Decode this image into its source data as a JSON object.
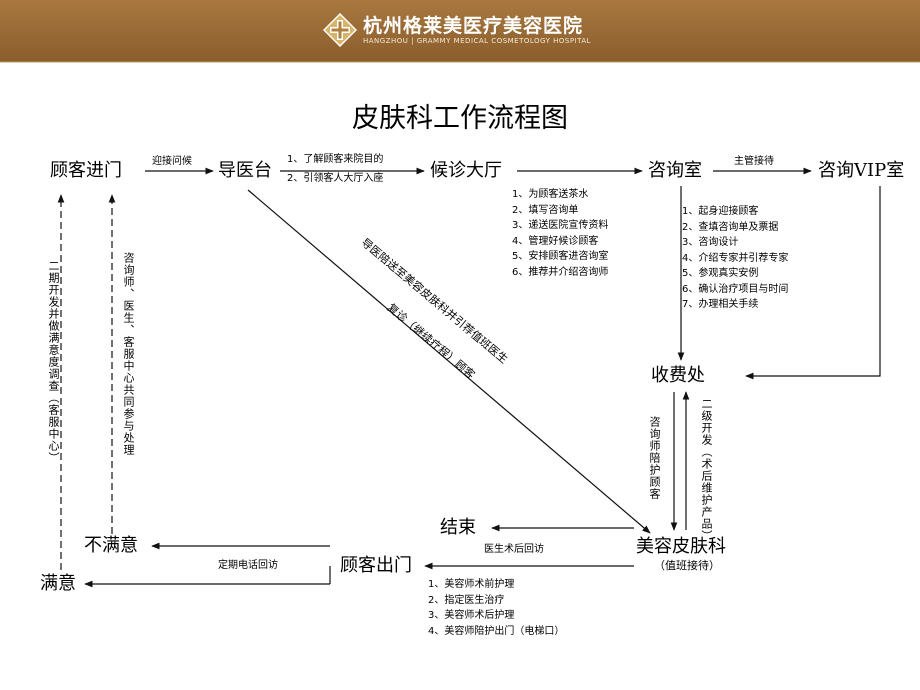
{
  "header": {
    "logo_icon": "diamond-cross-logo",
    "name_cn": "杭州格莱美医疗美容医院",
    "name_en": "HANGZHOU | GRAMMY  MEDICAL COSMETOLOGY HOSPITAL",
    "band_color": "#9a6a35"
  },
  "title": "皮肤科工作流程图",
  "nodes": {
    "customer_enter": "顾客进门",
    "reception": "导医台",
    "waiting_hall": "候诊大厅",
    "consult_room": "咨询室",
    "vip_room": "咨询VIP室",
    "cashier": "收费处",
    "dermatology": "美容皮肤科",
    "dermatology_sub": "（值班接待）",
    "customer_exit": "顾客出门",
    "end": "结束",
    "unsatisfied": "不满意",
    "satisfied": "满意"
  },
  "edge_labels": {
    "welcome": "迎接问候",
    "reception_steps": [
      "1、了解顾客来院目的",
      "2、引领客人大厅入座"
    ],
    "supervisor": "主管接待",
    "diagonal_1": "导医陪送至美容皮肤科并引荐值班医生",
    "diagonal_2": "复诊（继续疗程）顾客",
    "consultant_escort": "咨询师陪护顾客",
    "secondary_dev": "二级开发（术后维护产品）",
    "doctor_followup": "医生术后回访",
    "phone_followup": "定期电话回访",
    "left_inner": "咨询师、医生、客服中心共同参与处理",
    "left_outer": "二期开发并做满意度调查（客服中心）"
  },
  "lists": {
    "waiting_hall": [
      "1、为顾客送茶水",
      "2、填写咨询单",
      "3、递送医院宣传资料",
      "4、管理好候诊顾客",
      "5、安排顾客进咨询室",
      "6、推荐并介绍咨询师"
    ],
    "consult_room": [
      "1、起身迎接顾客",
      "2、查填咨询单及票据",
      "3、咨询设计",
      "4、介绍专家并引荐专家",
      "5、参观真实安例",
      "6、确认治疗项目与时间",
      "7、办理相关手续"
    ],
    "dermatology": [
      "1、美容师术前护理",
      "2、指定医生治疗",
      "3、美容师术后护理",
      "4、美容师陪护出门（电梯口）"
    ]
  }
}
